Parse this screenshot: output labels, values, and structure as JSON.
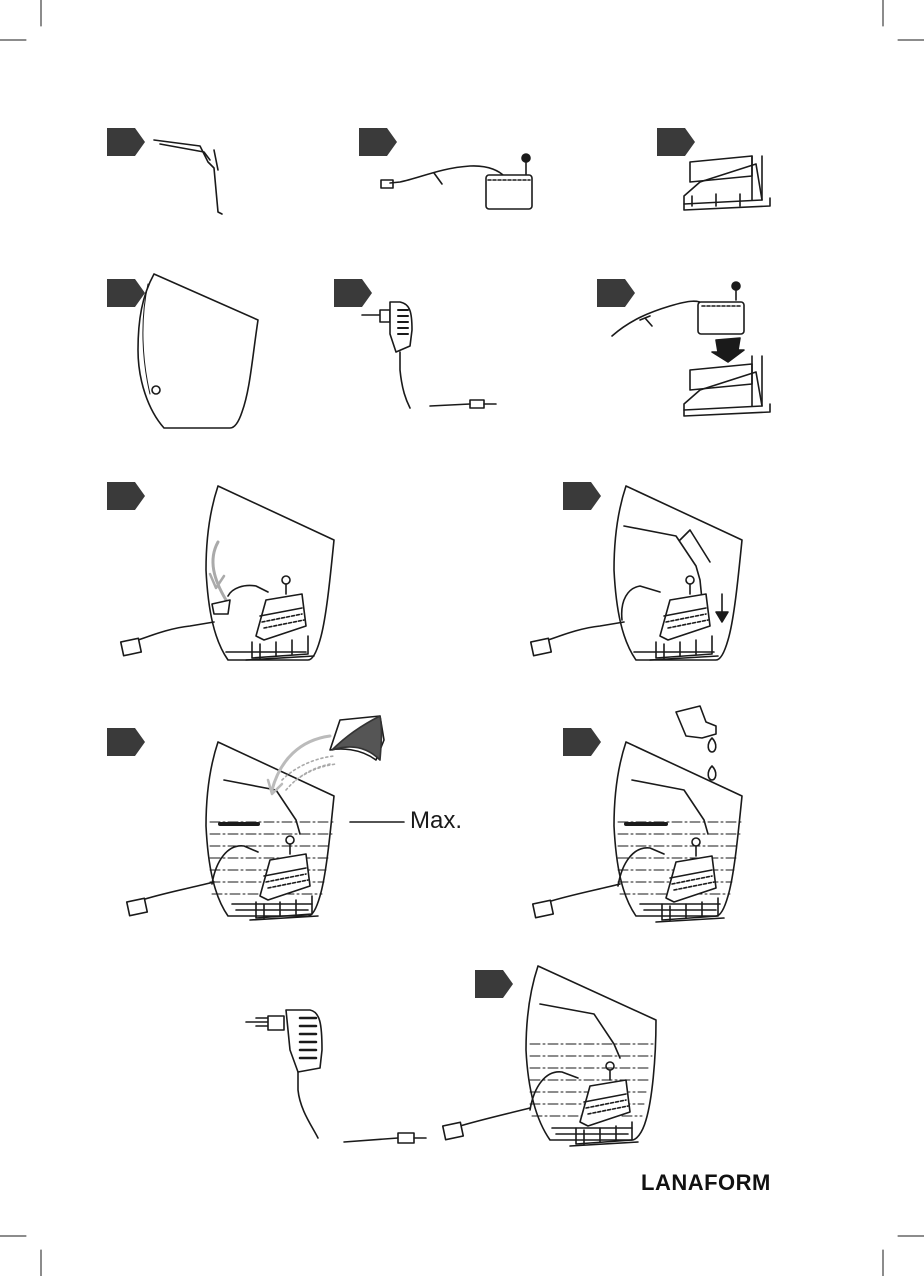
{
  "figure": {
    "level_label": "Max.",
    "brand": "LANAFORM",
    "step_icons": [
      {
        "name": "step-1-reflector-plate"
      },
      {
        "name": "step-2-mist-unit-with-cable"
      },
      {
        "name": "step-3-base-stand"
      },
      {
        "name": "step-4-bowl"
      },
      {
        "name": "step-5-power-adapter"
      },
      {
        "name": "step-6-place-unit-on-stand"
      },
      {
        "name": "step-7-stand-in-bowl"
      },
      {
        "name": "step-8-insert-reflector"
      },
      {
        "name": "step-9-fill-water-to-max"
      },
      {
        "name": "step-10-add-essential-oil"
      },
      {
        "name": "step-11-connect-adapter"
      }
    ]
  }
}
